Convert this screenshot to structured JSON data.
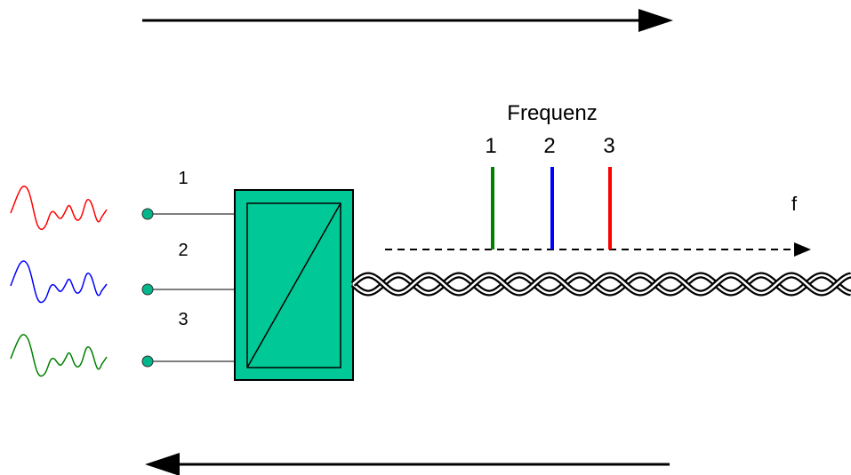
{
  "diagram": {
    "inputs": [
      {
        "label": "1",
        "color": "#ff0000"
      },
      {
        "label": "2",
        "color": "#0000ff"
      },
      {
        "label": "3",
        "color": "#008000"
      }
    ],
    "spectrum": {
      "title": "Frequenz",
      "axis_label": "f",
      "lines": [
        {
          "label": "1",
          "color": "#008000"
        },
        {
          "label": "2",
          "color": "#0000ff"
        },
        {
          "label": "3",
          "color": "#ff0000"
        }
      ]
    },
    "colors": {
      "multiplexer_fill": "#00c896",
      "connector_dot": "#00b68a"
    }
  }
}
